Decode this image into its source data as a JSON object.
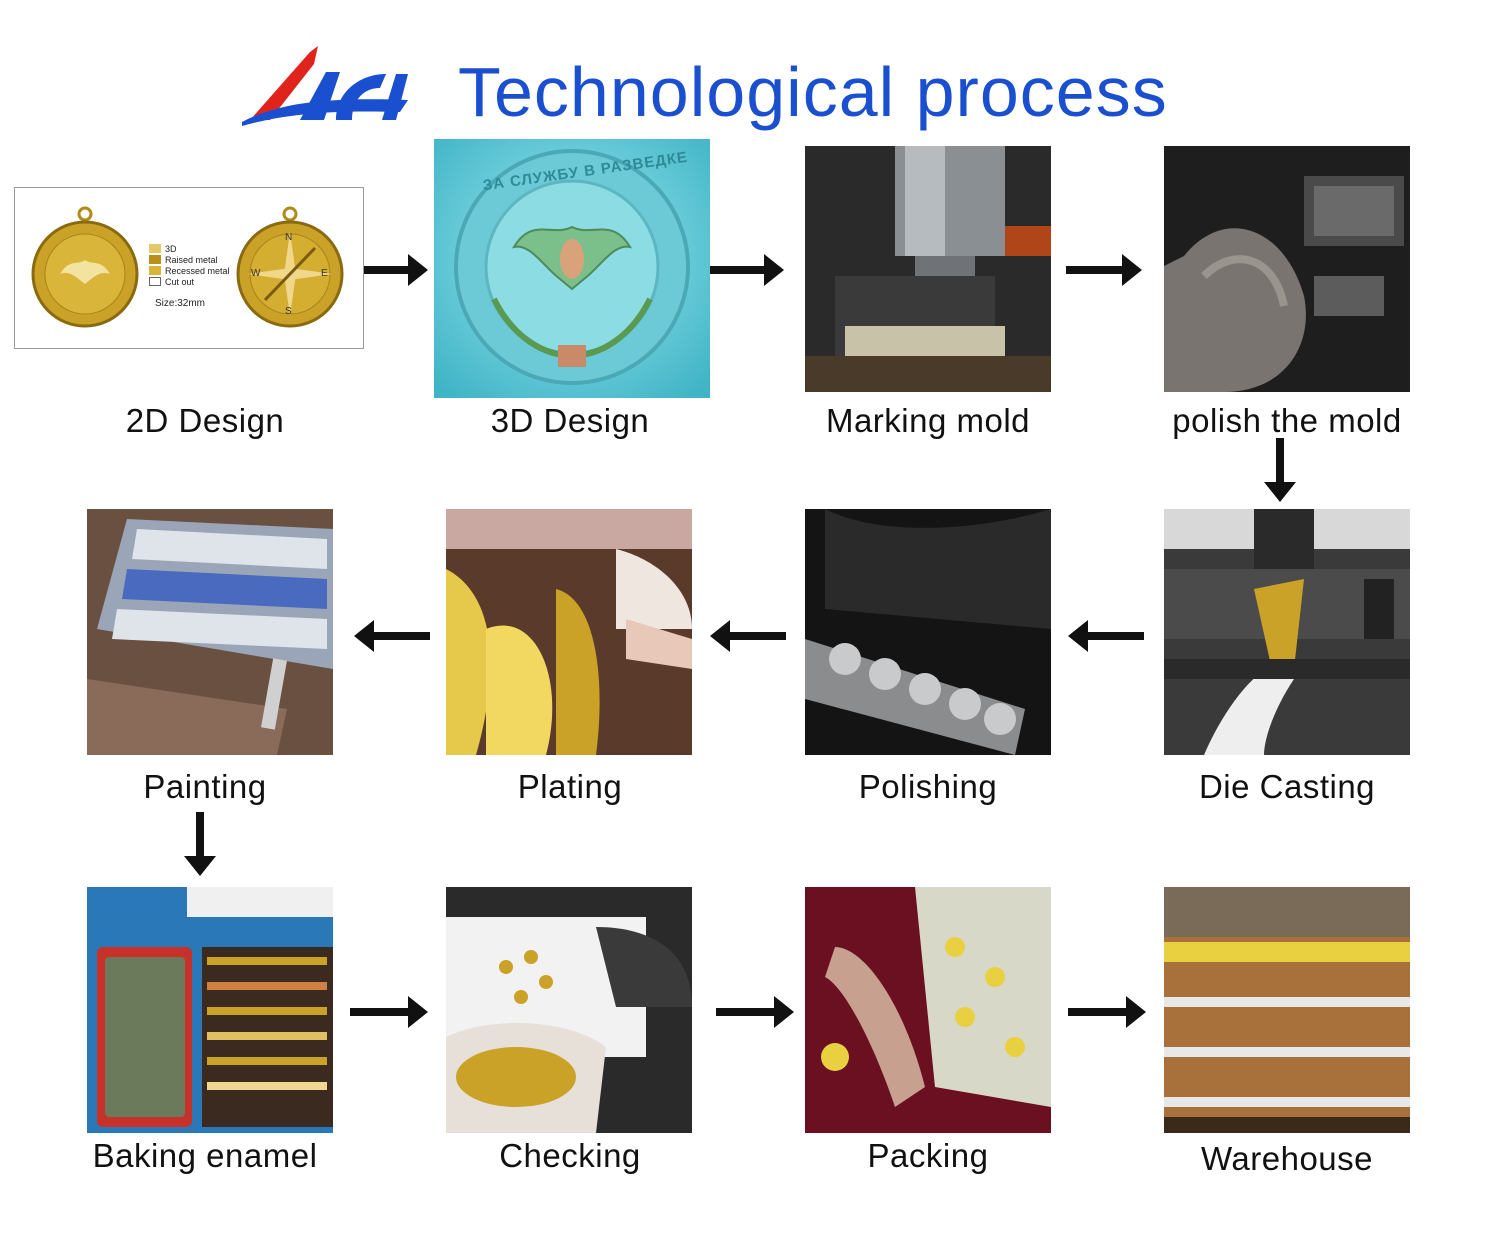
{
  "header": {
    "logo_text": "Adi",
    "title": "Technological process"
  },
  "design_2d": {
    "legend": [
      "3D",
      "Raised metal",
      "Recessed metal",
      "Cut out"
    ],
    "size": "Size:32mm",
    "compass_letters": [
      "N",
      "E",
      "S",
      "W"
    ]
  },
  "design_3d": {
    "ring_text": "ЗА СЛУЖБУ В РАЗВЕДКЕ"
  },
  "steps": [
    {
      "label": "2D Design"
    },
    {
      "label": "3D Design"
    },
    {
      "label": "Marking mold"
    },
    {
      "label": "polish the mold"
    },
    {
      "label": "Die Casting"
    },
    {
      "label": "Polishing"
    },
    {
      "label": "Plating"
    },
    {
      "label": "Painting"
    },
    {
      "label": "Baking enamel"
    },
    {
      "label": "Checking"
    },
    {
      "label": "Packing"
    },
    {
      "label": "Warehouse"
    }
  ],
  "colors": {
    "title": "#1a4fd0",
    "logo_red": "#e0241b",
    "logo_blue": "#1a4fd0",
    "gold": "#c9a227",
    "arrow": "#111111"
  }
}
